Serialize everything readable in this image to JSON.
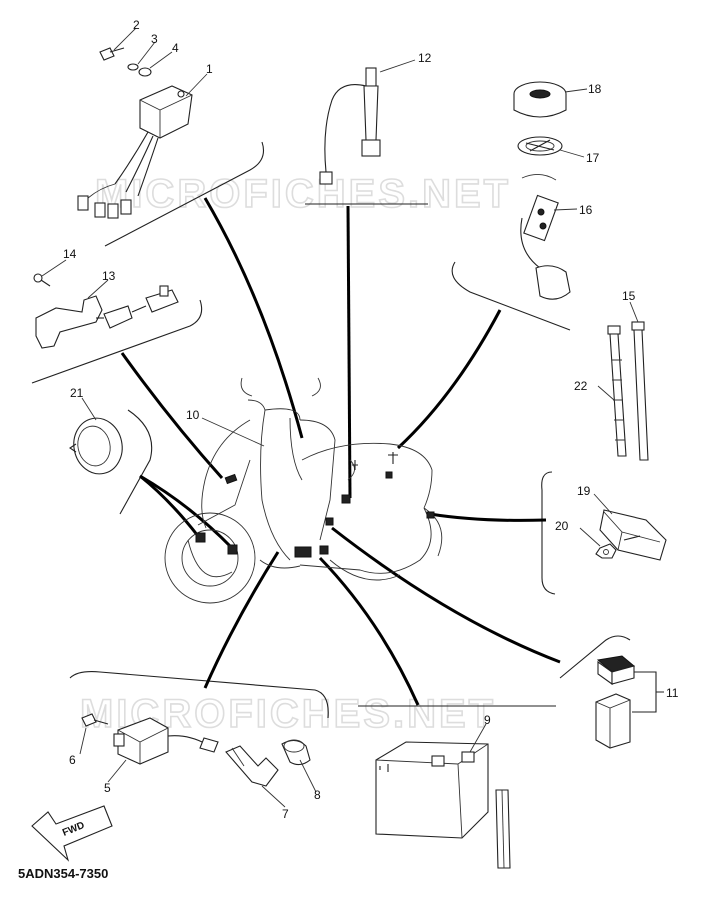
{
  "figure_code": "5ADN354-7350",
  "forward_arrow_label": "FWD",
  "watermark_text": "MICROFICHES.NET",
  "callouts": {
    "c1": "1",
    "c2": "2",
    "c3": "3",
    "c4": "4",
    "c5": "5",
    "c6": "6",
    "c7": "7",
    "c8": "8",
    "c9": "9",
    "c10": "10",
    "c11": "11",
    "c12": "12",
    "c13": "13",
    "c14": "14",
    "c15": "15",
    "c16": "16",
    "c17": "17",
    "c18": "18",
    "c19": "19",
    "c20": "20",
    "c21": "21",
    "c22": "22"
  },
  "icons": [
    "forward-arrow-icon"
  ]
}
